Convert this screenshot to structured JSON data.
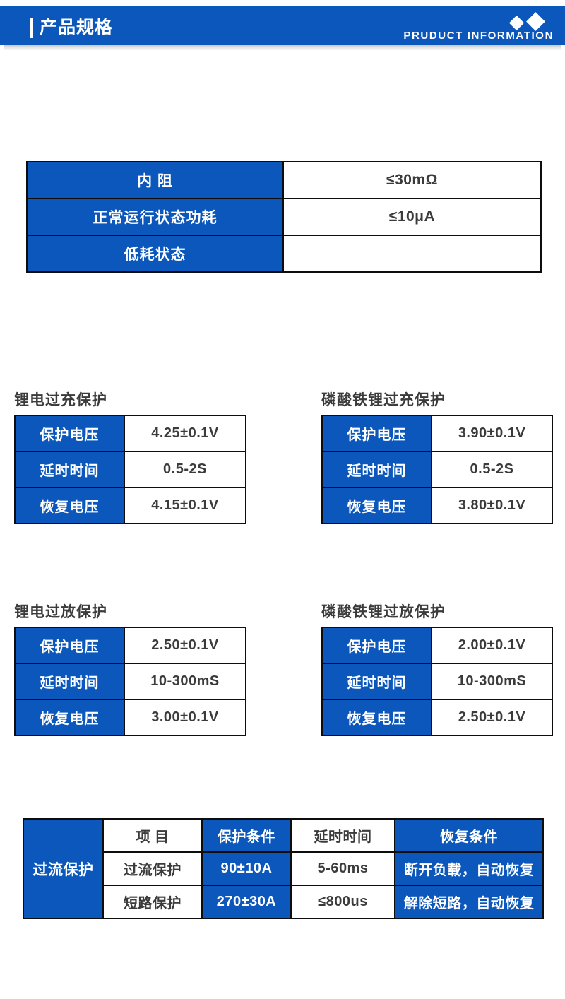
{
  "header": {
    "title": "产品规格",
    "subtitle": "PRUDUCT INFORMATION",
    "accent_color": "#0b57bc",
    "text_color": "#ffffff",
    "icons": [
      "diamond-icon",
      "diamond-icon"
    ]
  },
  "spec_table": {
    "rows": [
      {
        "label": "内  阻",
        "value": "≤30mΩ"
      },
      {
        "label": "正常运行状态功耗",
        "value": "≤10μA"
      },
      {
        "label": "低耗状态",
        "value": ""
      }
    ]
  },
  "sections": {
    "li_overcharge": {
      "title": "锂电过充保护",
      "rows": [
        {
          "label": "保护电压",
          "value": "4.25±0.1V"
        },
        {
          "label": "延时时间",
          "value": "0.5-2S"
        },
        {
          "label": "恢复电压",
          "value": "4.15±0.1V"
        }
      ]
    },
    "lfp_overcharge": {
      "title": "磷酸铁锂过充保护",
      "rows": [
        {
          "label": "保护电压",
          "value": "3.90±0.1V"
        },
        {
          "label": "延时时间",
          "value": "0.5-2S"
        },
        {
          "label": "恢复电压",
          "value": "3.80±0.1V"
        }
      ]
    },
    "li_overdischarge": {
      "title": "锂电过放保护",
      "rows": [
        {
          "label": "保护电压",
          "value": "2.50±0.1V"
        },
        {
          "label": "延时时间",
          "value": "10-300mS"
        },
        {
          "label": "恢复电压",
          "value": "3.00±0.1V"
        }
      ]
    },
    "lfp_overdischarge": {
      "title": "磷酸铁锂过放保护",
      "rows": [
        {
          "label": "保护电压",
          "value": "2.00±0.1V"
        },
        {
          "label": "延时时间",
          "value": "10-300mS"
        },
        {
          "label": "恢复电压",
          "value": "2.50±0.1V"
        }
      ]
    }
  },
  "overcurrent_table": {
    "group_label": "过流保护",
    "headers": {
      "item": "项  目",
      "condition": "保护条件",
      "delay": "延时时间",
      "recovery": "恢复条件"
    },
    "rows": [
      {
        "item": "过流保护",
        "condition": "90±10A",
        "delay": "5-60ms",
        "recovery": "断开负载，自动恢复"
      },
      {
        "item": "短路保护",
        "condition": "270±30A",
        "delay": "≤800us",
        "recovery": "解除短路，自动恢复"
      }
    ]
  }
}
